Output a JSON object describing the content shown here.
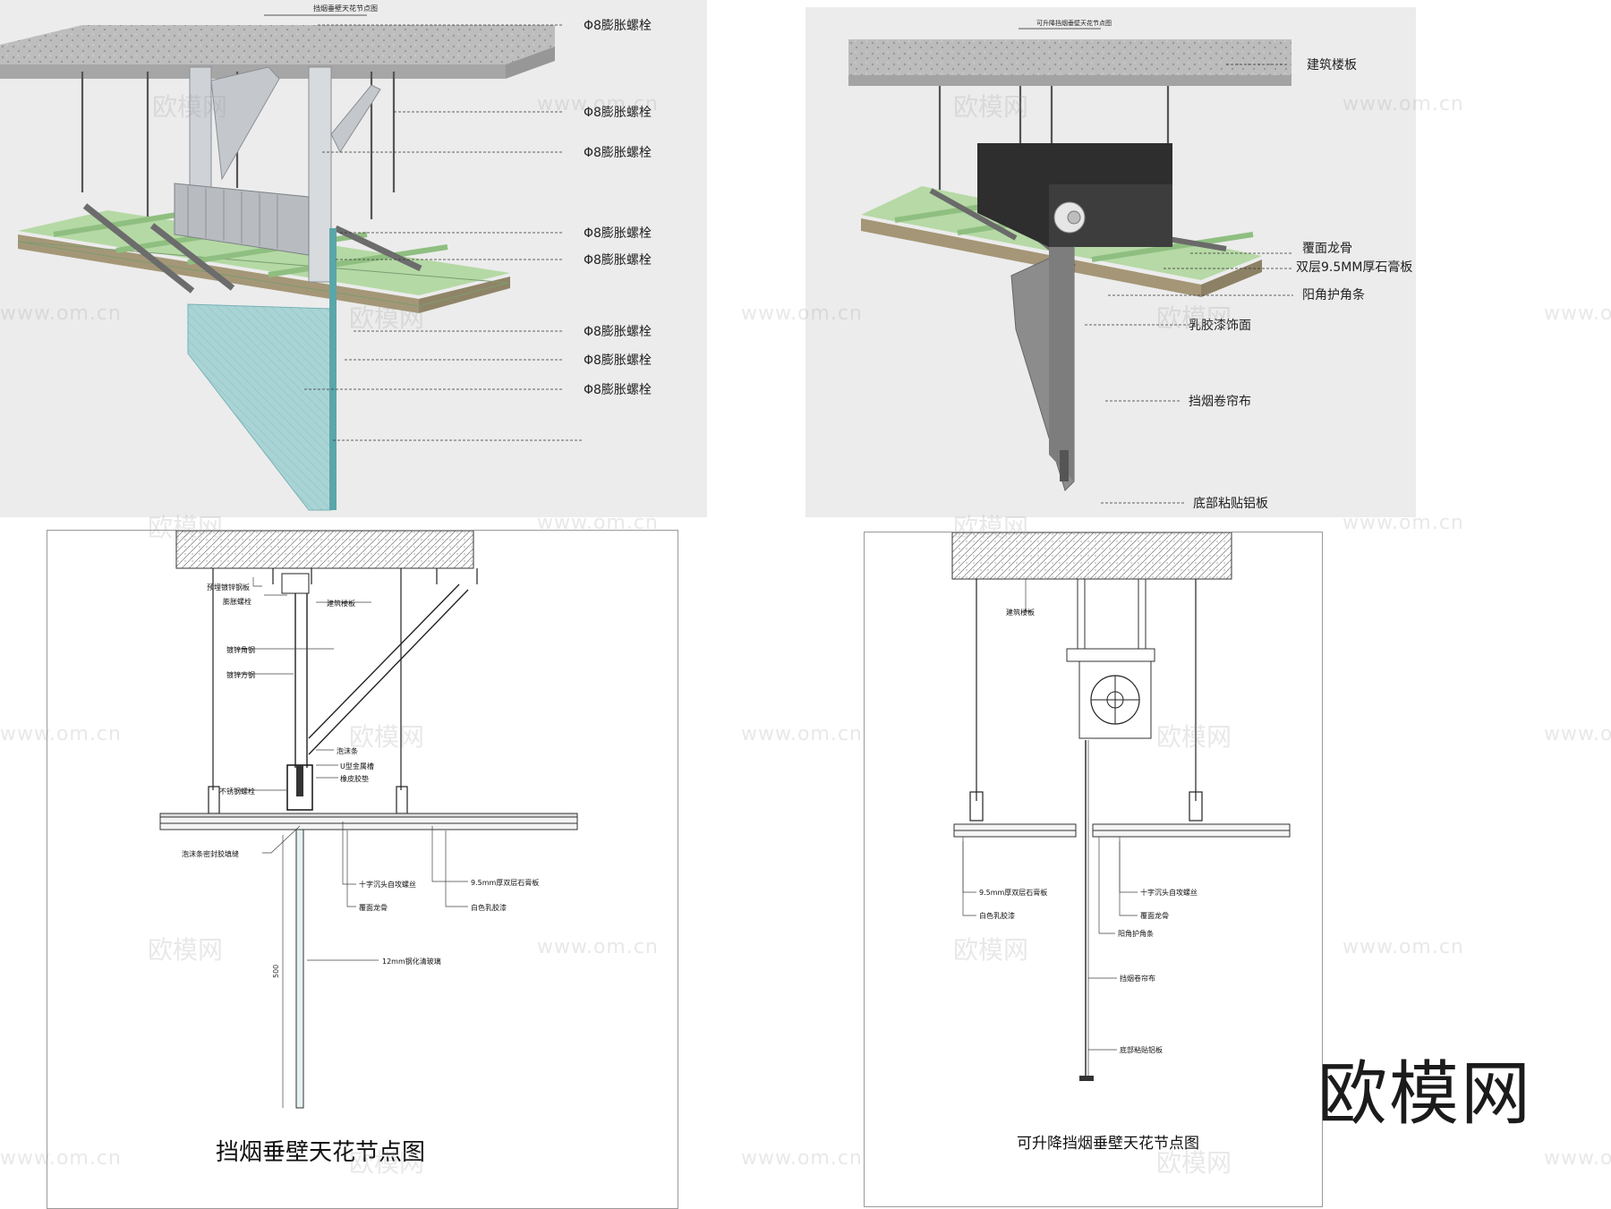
{
  "panels": {
    "p1": {
      "small_title": "挡烟垂壁天花节点图",
      "labels": [
        "Φ8膨胀螺栓",
        "Φ8膨胀螺栓",
        "Φ8膨胀螺栓",
        "Φ8膨胀螺栓",
        "Φ8膨胀螺栓",
        "Φ8膨胀螺栓",
        "Φ8膨胀螺栓",
        "Φ8膨胀螺栓"
      ]
    },
    "p2": {
      "small_title": "可升降挡烟垂壁天花节点图",
      "labels": [
        "建筑楼板",
        "覆面龙骨",
        "双层9.5MM厚石膏板",
        "阳角护角条",
        "乳胶漆饰面",
        "挡烟卷帘布",
        "底部粘贴铝板"
      ]
    },
    "p3": {
      "caption": "挡烟垂壁天花节点图",
      "labels": {
        "a": "预埋镀锌钢板",
        "b": "膨胀螺栓",
        "c": "建筑楼板",
        "d": "镀锌角钢",
        "e": "镀锌方钢",
        "f": "泡沫条",
        "g": "U型金属槽",
        "h": "橡皮胶垫",
        "i": "不锈钢螺栓",
        "j": "泡沫条密封胶填缝",
        "k": "十字沉头自攻螺丝",
        "l": "9.5mm厚双层石膏板",
        "m": "覆面龙骨",
        "n": "白色乳胶漆",
        "o": "12mm钢化清玻璃",
        "dim": "500"
      }
    },
    "p4": {
      "caption": "可升降挡烟垂壁天花节点图",
      "labels": {
        "a": "建筑楼板",
        "b": "9.5mm厚双层石膏板",
        "c": "十字沉头自攻螺丝",
        "d": "白色乳胶漆",
        "e": "覆面龙骨",
        "f": "阳角护角条",
        "g": "挡烟卷帘布",
        "h": "底部粘贴铝板"
      }
    }
  },
  "watermark": {
    "brand": "欧模网",
    "url": "www.om.cn"
  },
  "brand_logo": "欧模网",
  "colors": {
    "concrete": "#b9b9b9",
    "board_green": "#b9dcab",
    "board_wood": "#a69a7f",
    "glass": "#a8d3d4",
    "steel": "#c5c8cc",
    "dark_box": "#2f2f2f"
  },
  "icons": [
    "expansion-bolt-icon",
    "concrete-slab-icon",
    "roller-icon"
  ]
}
